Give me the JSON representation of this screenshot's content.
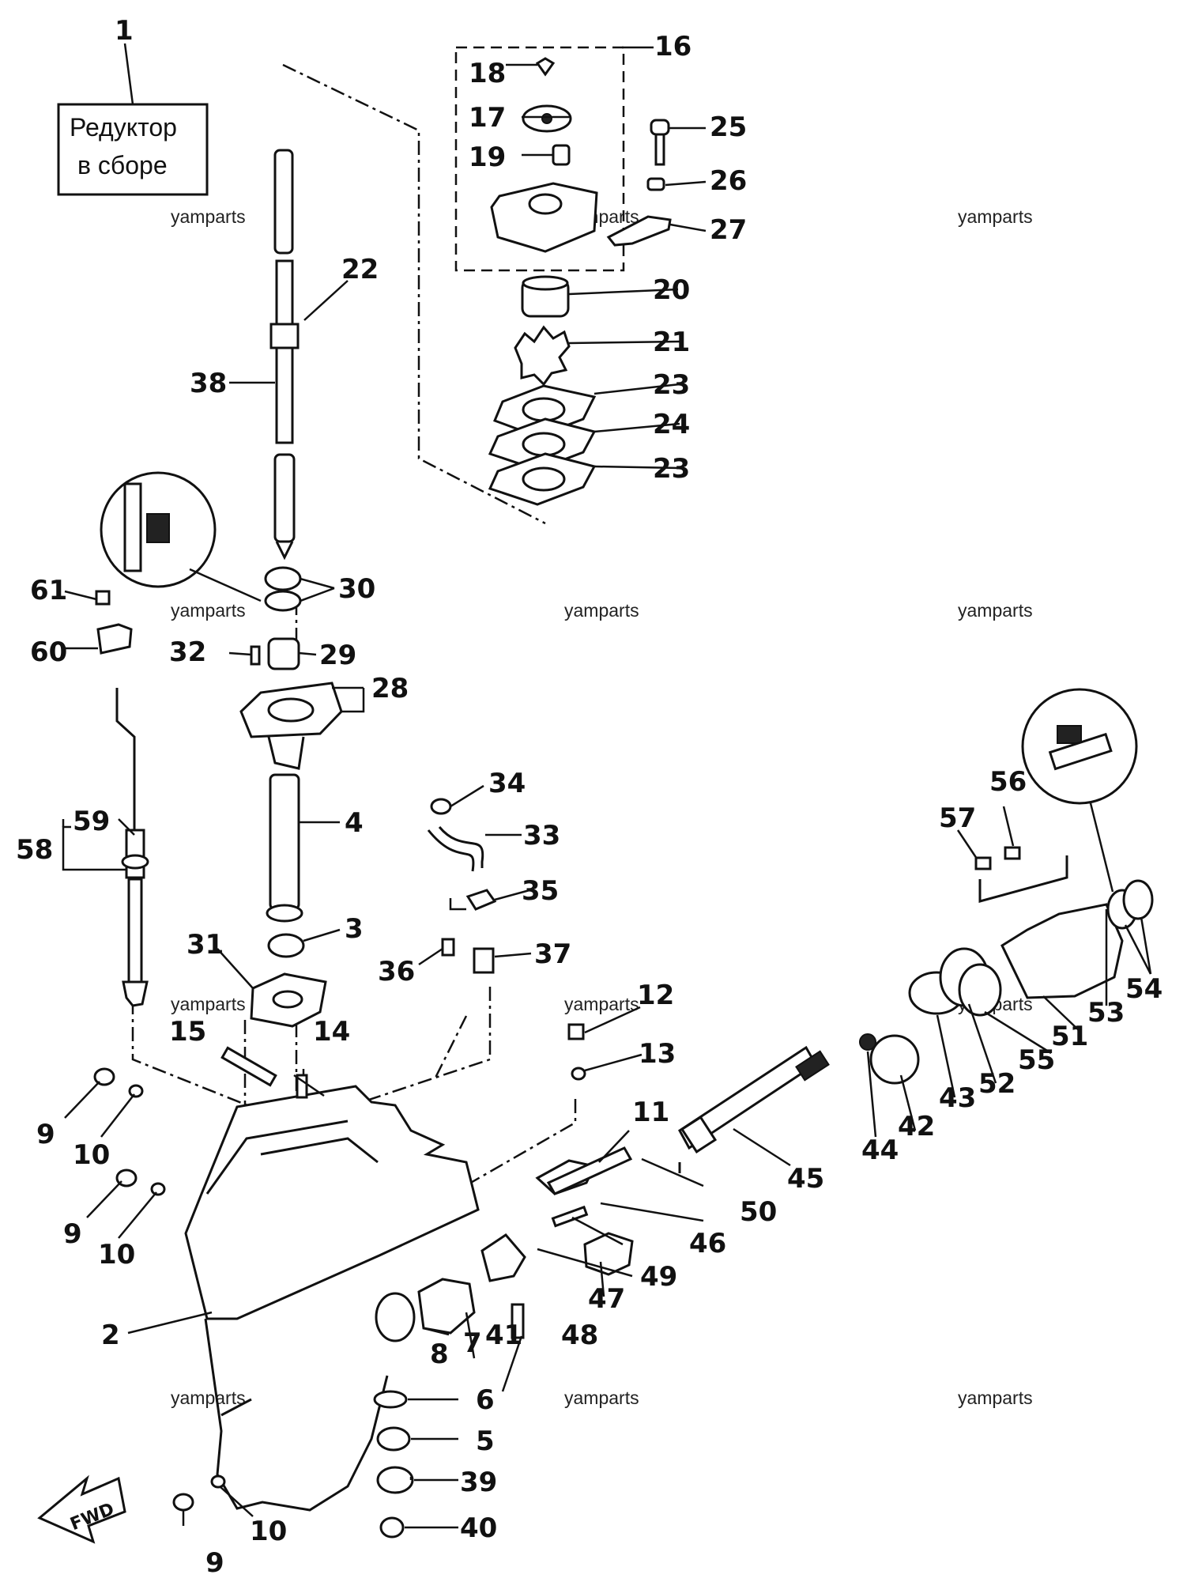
{
  "title_box": {
    "lines": [
      "Редуктор",
      "в сборе"
    ]
  },
  "watermark": "yamparts",
  "fwd_label": "FWD",
  "callouts": {
    "c1": "1",
    "c2": "2",
    "c3": "3",
    "c4": "4",
    "c5": "5",
    "c6": "6",
    "c7": "7",
    "c8": "8",
    "c9a": "9",
    "c9b": "9",
    "c9c": "9",
    "c10a": "10",
    "c10b": "10",
    "c10c": "10",
    "c11": "11",
    "c12": "12",
    "c13": "13",
    "c14": "14",
    "c15": "15",
    "c16": "16",
    "c17": "17",
    "c18": "18",
    "c19": "19",
    "c20": "20",
    "c21": "21",
    "c22": "22",
    "c23a": "23",
    "c23b": "23",
    "c24": "24",
    "c25": "25",
    "c26": "26",
    "c27": "27",
    "c28": "28",
    "c29": "29",
    "c30": "30",
    "c31": "31",
    "c32": "32",
    "c33": "33",
    "c34": "34",
    "c35": "35",
    "c36": "36",
    "c37": "37",
    "c38": "38",
    "c39": "39",
    "c40": "40",
    "c41": "41",
    "c42": "42",
    "c43": "43",
    "c44": "44",
    "c45": "45",
    "c46": "46",
    "c47": "47",
    "c48": "48",
    "c49": "49",
    "c50": "50",
    "c51": "51",
    "c52": "52",
    "c53": "53",
    "c54": "54",
    "c55": "55",
    "c56": "56",
    "c57": "57",
    "c58": "58",
    "c59": "59",
    "c60": "60",
    "c61": "61"
  }
}
